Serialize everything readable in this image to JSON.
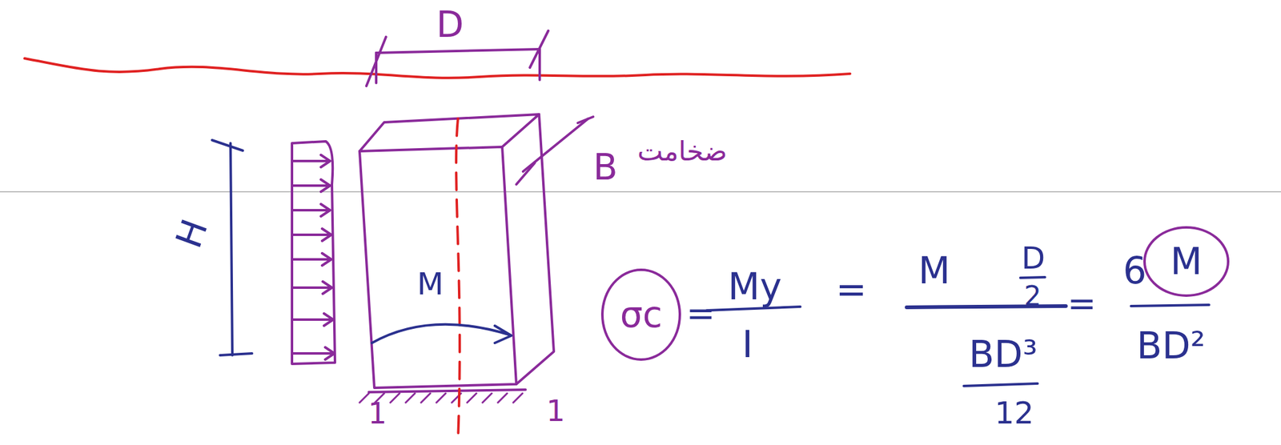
{
  "diagram": {
    "nodes": [
      {
        "text": [
          "σc"
        ]
      },
      {
        "text": [
          "M"
        ]
      }
    ],
    "labels": [
      "D",
      "B",
      "ضخامت",
      "H",
      "M",
      "=",
      "My",
      "I",
      "=",
      "M",
      "D",
      "2",
      "BD³",
      "12",
      "=",
      "6",
      "BD²",
      "1",
      "1"
    ]
  }
}
